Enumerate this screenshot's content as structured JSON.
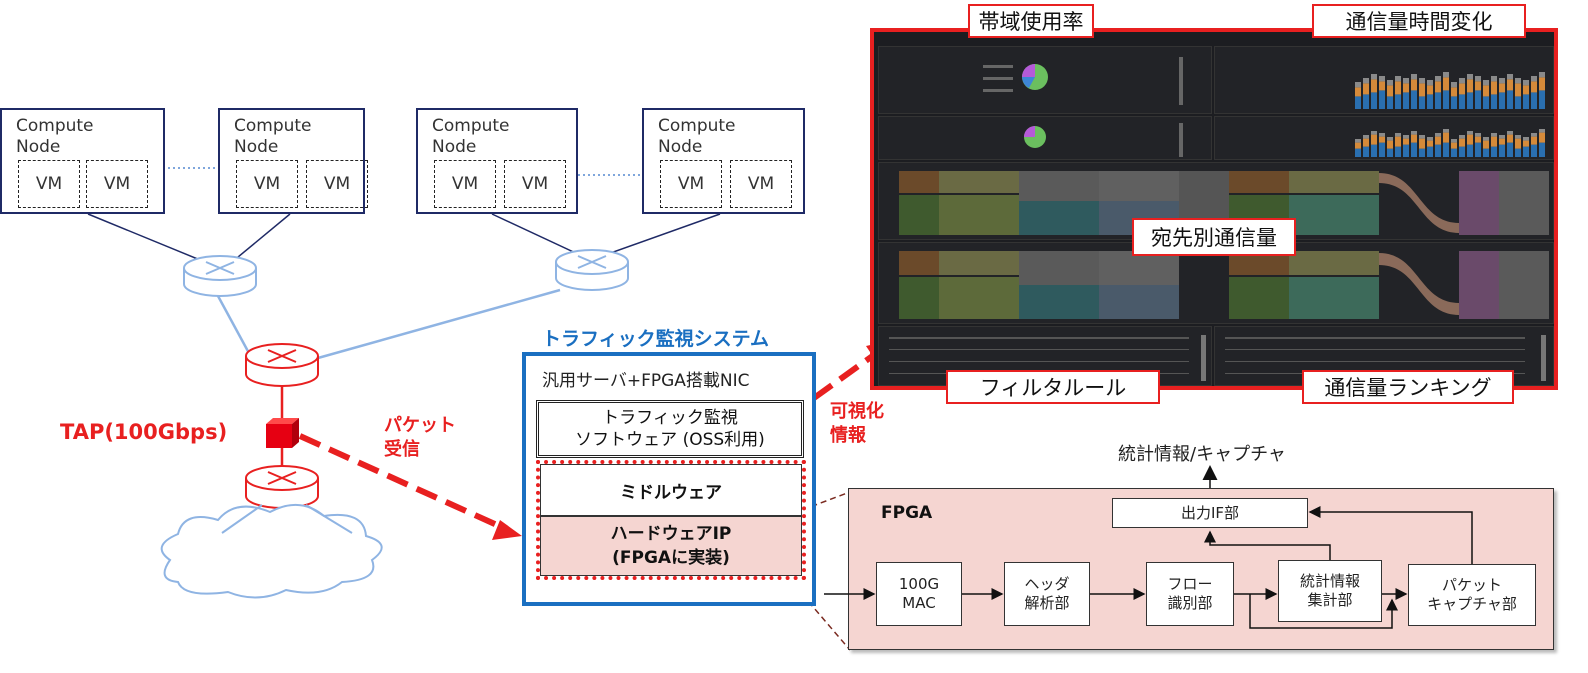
{
  "nodes": [
    {
      "label": "Compute\nNode",
      "vms": [
        "VM",
        "VM"
      ]
    },
    {
      "label": "Compute\nNode",
      "vms": [
        "VM",
        "VM"
      ]
    },
    {
      "label": "Compute\nNode",
      "vms": [
        "VM",
        "VM"
      ]
    },
    {
      "label": "Compute\nNode",
      "vms": [
        "VM",
        "VM"
      ]
    }
  ],
  "labels": {
    "tap": "TAP(100Gbps)",
    "packet_rx": "パケット\n受信",
    "system_title": "トラフィック監視システム",
    "server": "汎用サーバ+FPGA搭載NIC",
    "software": "トラフィック監視\nソフトウェア (OSS利用)",
    "middleware": "ミドルウェア",
    "hardware_ip": "ハードウェアIP\n(FPGAに実装)",
    "visualization": "可視化\n情報",
    "stats_output": "統計情報/キャプチャ"
  },
  "fpga": {
    "title": "FPGA",
    "blocks": {
      "output_if": "出力IF部",
      "mac": "100G\nMAC",
      "header": "ヘッダ\n解析部",
      "flow": "フロー\n識別部",
      "stats": "統計情報\n集計部",
      "capture": "パケット\nキャプチャ部"
    }
  },
  "dashboard_callouts": {
    "bandwidth": "帯域使用率",
    "traffic_time": "通信量時間変化",
    "destination": "宛先別通信量",
    "filter": "フィルタルール",
    "ranking": "通信量ランキング"
  },
  "colors": {
    "accent_red": "#e82020",
    "system_blue": "#1a6fc1",
    "node_border": "#1f2a66",
    "router_blue": "#8fb4e3",
    "fpga_fill": "#f5d5d1",
    "dashboard_bg": "#1c1d21"
  }
}
